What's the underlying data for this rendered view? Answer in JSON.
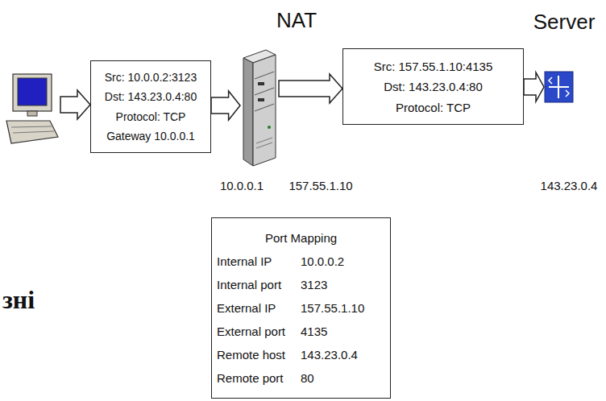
{
  "diagram": {
    "nodes": [
      {
        "text": [
          "Src: 10.0.0.2:3123",
          "Dst: 143.23.0.4:80",
          "Protocol: TCP",
          "Gateway 10.0.0.1"
        ]
      },
      {
        "text": [
          "NAT"
        ]
      },
      {
        "text": [
          "Src: 157.55.1.10:4135",
          "Dst: 143.23.0.4:80",
          "Protocol: TCP"
        ]
      },
      {
        "text": [
          "Server"
        ]
      },
      {
        "text": [
          "Port Mapping",
          "Internal IP",
          "10.0.0.2",
          "Internal port",
          "3123",
          "External IP",
          "157.55.1.10",
          "External port",
          "4135",
          "Remote host",
          "143.23.0.4",
          "Remote port",
          "80"
        ]
      }
    ],
    "edges": [
      {
        "from": 0,
        "to": 1,
        "arrow": "to"
      },
      {
        "from": 1,
        "to": 2,
        "arrow": "to"
      },
      {
        "from": 2,
        "to": 3,
        "arrow": "to"
      }
    ],
    "labels": [
      "10.0.0.1",
      "157.55.1.10",
      "143.23.0.4",
      "зні"
    ]
  }
}
